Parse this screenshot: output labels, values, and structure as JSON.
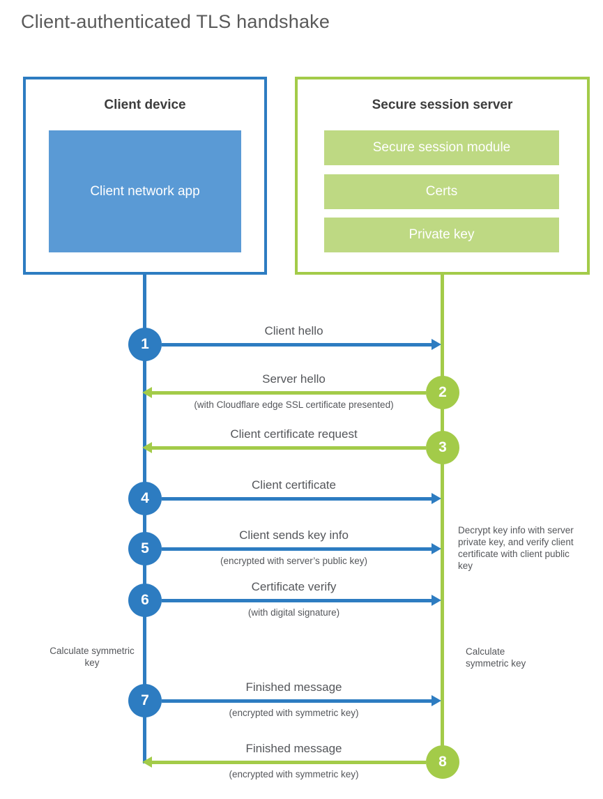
{
  "title": "Client-authenticated TLS handshake",
  "colors": {
    "blue": "#2d7cc1",
    "blue_fill": "#5a9ad5",
    "green": "#a3cb49",
    "green_fill": "#bed983",
    "label_text": "#54565a",
    "heading_text": "#3d3d3d",
    "title_text": "#595959"
  },
  "client_box": {
    "title": "Client device",
    "app_label": "Client network app"
  },
  "server_box": {
    "title": "Secure session server",
    "modules": [
      "Secure session module",
      "Certs",
      "Private key"
    ]
  },
  "steps": [
    {
      "num": "1",
      "label": "Client hello",
      "sub": "",
      "direction": "right",
      "color": "blue"
    },
    {
      "num": "2",
      "label": "Server hello",
      "sub": "(with Cloudflare edge SSL certificate presented)",
      "direction": "left",
      "color": "green"
    },
    {
      "num": "3",
      "label": "Client certificate request",
      "sub": "",
      "direction": "left",
      "color": "green"
    },
    {
      "num": "4",
      "label": "Client certificate",
      "sub": "",
      "direction": "right",
      "color": "blue"
    },
    {
      "num": "5",
      "label": "Client sends key info",
      "sub": "(encrypted with server’s public key)",
      "direction": "right",
      "color": "blue"
    },
    {
      "num": "6",
      "label": "Certificate verify",
      "sub": "(with digital signature)",
      "direction": "right",
      "color": "blue"
    },
    {
      "num": "7",
      "label": "Finished message",
      "sub": "(encrypted with symmetric key)",
      "direction": "right",
      "color": "blue"
    },
    {
      "num": "8",
      "label": "Finished message",
      "sub": "(encrypted with symmetric key)",
      "direction": "left",
      "color": "green"
    }
  ],
  "notes": {
    "decrypt_note": "Decrypt key info with server private key, and verify client certificate with client public key",
    "calc_left": "Calculate symmetric key",
    "calc_right": "Calculate symmetric key"
  }
}
